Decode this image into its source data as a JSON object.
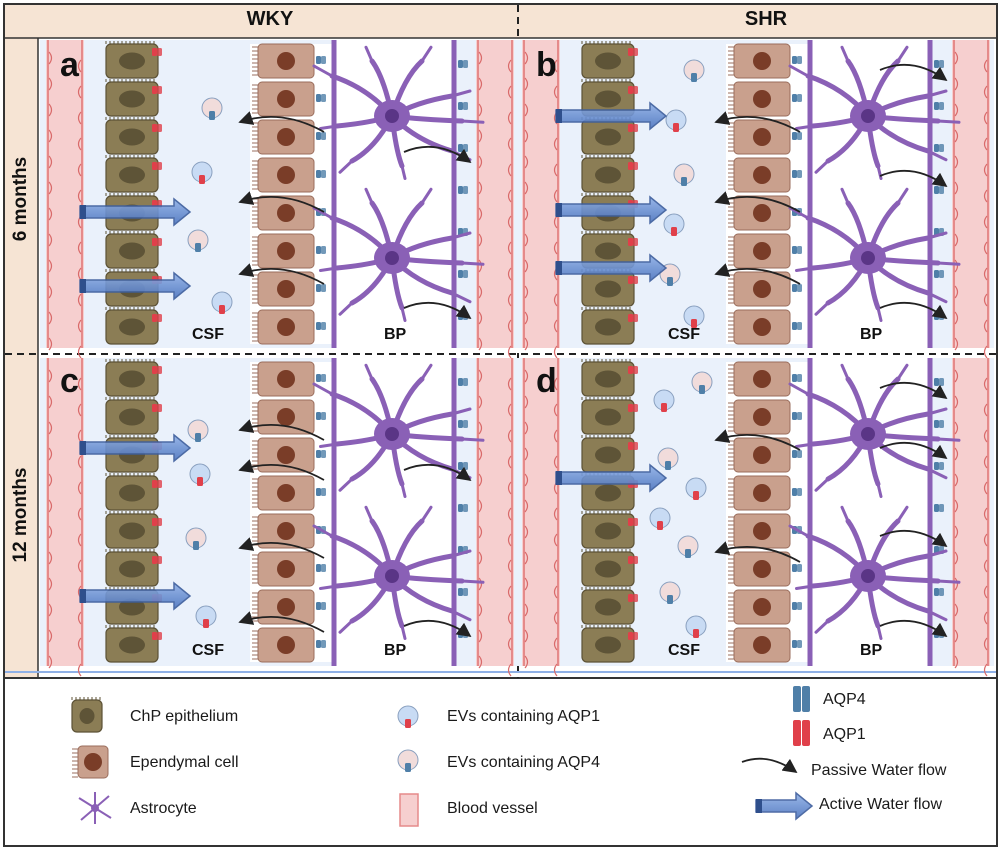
{
  "columns": {
    "left": "WKY",
    "right": "SHR"
  },
  "rows": {
    "top": "6 months",
    "bottom": "12 months"
  },
  "panels": {
    "a": "a",
    "b": "b",
    "c": "c",
    "d": "d"
  },
  "regions": {
    "csf": "CSF",
    "bp": "BP"
  },
  "legend": {
    "chp_epithelium": "ChP epithelium",
    "ependymal_cell": "Ependymal cell",
    "astrocyte": "Astrocyte",
    "evs_aqp1": "EVs containing AQP1",
    "evs_aqp4": "EVs containing AQP4",
    "blood_vessel": "Blood vessel",
    "aqp4": "AQP4",
    "aqp1": "AQP1",
    "passive_flow": "Passive Water flow",
    "active_flow": "Active Water flow"
  },
  "colors": {
    "header_bg": "#f6e4d4",
    "panel_bg": "#eaf1fb",
    "chp": "#8b7d55",
    "ependymal": "#c9a08d",
    "astrocyte": "#8a60b6",
    "vessel": "#f6cfcf",
    "aqp1": "#e0404a",
    "aqp4": "#4f7fa8",
    "active_arrow": "#5b82c8"
  },
  "icons": [
    "chp-epithelium-icon",
    "ependymal-cell-icon",
    "astrocyte-icon",
    "ev-aqp1-icon",
    "ev-aqp4-icon",
    "blood-vessel-icon",
    "aqp4-channel-icon",
    "aqp1-channel-icon",
    "passive-flow-arrow-icon",
    "active-flow-arrow-icon"
  ]
}
